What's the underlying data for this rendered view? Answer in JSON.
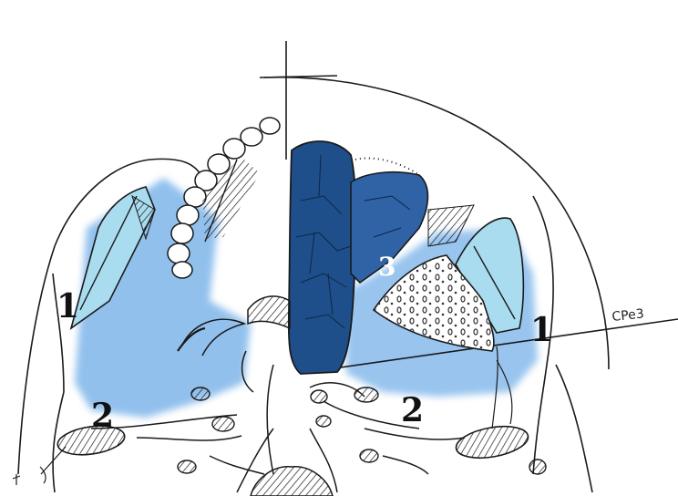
{
  "labels": {
    "orbit_left": "1",
    "orbit_right": "1",
    "floor_left": "2",
    "floor_right": "2",
    "lesion": "3",
    "plane_tag": "CPe3"
  },
  "colors": {
    "line": "#1a1a1a",
    "light_blue": "#7fb6ea",
    "pale_blue": "#a9dcef",
    "dark_blue": "#1f4f8a",
    "mid_blue": "#2f63a6"
  }
}
